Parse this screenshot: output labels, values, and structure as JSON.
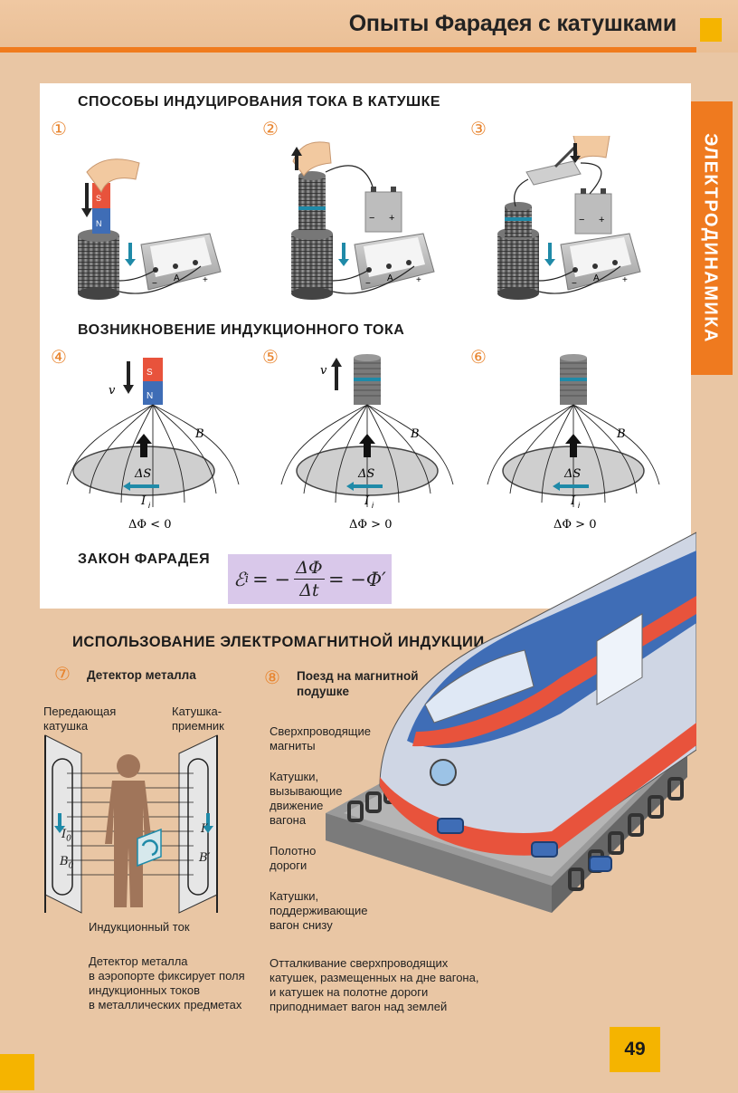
{
  "header": {
    "title": "Опыты Фарадея с катушками"
  },
  "side_tab": {
    "label": "ЭЛЕКТРОДИНАМИКА"
  },
  "sections": {
    "ways": "СПОСОБЫ ИНДУЦИРОВАНИЯ ТОКА В КАТУШКЕ",
    "emergence": "ВОЗНИКНОВЕНИЕ ИНДУКЦИОННОГО ТОКА",
    "law": "ЗАКОН ФАРАДЕЯ",
    "usage": "ИСПОЛЬЗОВАНИЕ ЭЛЕКТРОМАГНИТНОЙ ИНДУКЦИИ"
  },
  "figure_numbers": [
    "①",
    "②",
    "③",
    "④",
    "⑤",
    "⑥",
    "⑦",
    "⑧"
  ],
  "magnet": {
    "s": "S",
    "n": "N"
  },
  "meter": {
    "minus": "−",
    "plus": "+",
    "a": "A"
  },
  "battery": {
    "minus": "−",
    "plus": "+"
  },
  "labels": {
    "v": "v",
    "b": "B",
    "ds": "ΔS",
    "ii": "I",
    "ii_sub": "i"
  },
  "deltas": [
    "ΔΦ < 0",
    "ΔΦ > 0",
    "ΔΦ > 0"
  ],
  "formula": {
    "lhs": "ℰ",
    "lhs_sub": "i",
    "eq1": "= −",
    "num": "ΔΦ",
    "den": "Δt",
    "eq2": "= −Φ′"
  },
  "detector": {
    "title": "Детектор металла",
    "transmit": "Передающая\nкатушка",
    "receive": "Катушка-\nприемник",
    "i0": "I",
    "i0_sub": "0",
    "b0": "B",
    "b0_sub": "0",
    "iprime": "I′",
    "bprime": "B′",
    "induction_current": "Индукционный ток",
    "caption": "Детектор металла\nв аэропорте фиксирует поля\nиндукционных токов\nв металлических предметах"
  },
  "train": {
    "title": "Поезд на магнитной\nподушке",
    "superconducting": "Сверхпроводящие\nмагниты",
    "coils_motion": "Катушки,\nвызывающие\nдвижение\nвагона",
    "track": "Полотно\nдороги",
    "coils_support": "Катушки,\nподдерживающие\nвагон снизу",
    "caption": "Отталкивание сверхпроводящих\nкатушек, размещенных на дне вагона,\nи катушек на полотне дороги\nприподнимает вагон над землей"
  },
  "page_number": "49",
  "colors": {
    "orange": "#ef7a1f",
    "yellow": "#f5b400",
    "formula_bg": "#d9c8ea",
    "coil_gray": "#6a6a6a",
    "accent_teal": "#1f8aa8",
    "train_blue": "#3f6db6",
    "train_red": "#e8533c"
  }
}
